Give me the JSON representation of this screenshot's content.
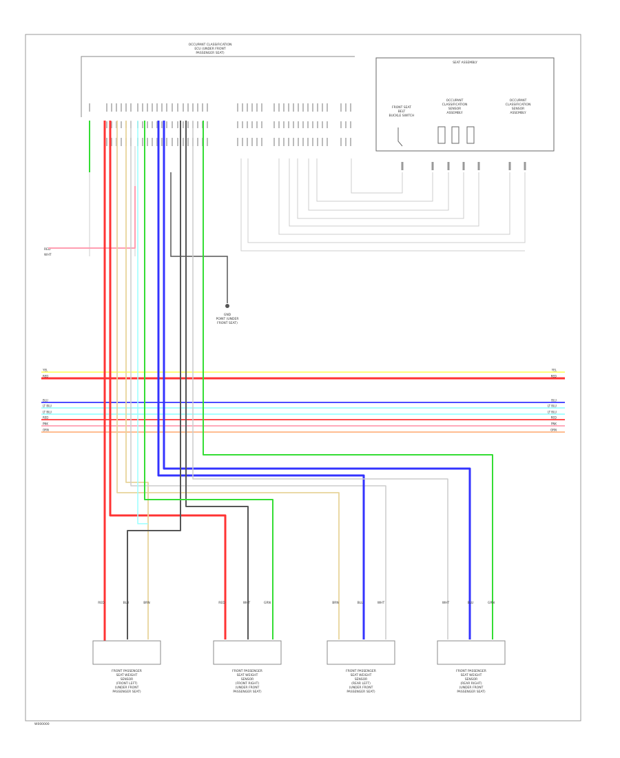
{
  "wire_colors": {
    "red": "#ff3333",
    "pink": "#ff9db0",
    "yellow": "#ffff66",
    "blue": "#3333ff",
    "lightblue": "#99ffff",
    "green": "#33dd33",
    "tan": "#e8d49a",
    "gray": "#555555",
    "lightgray": "#cccccc",
    "orange": "#ffb380"
  },
  "bus_lines": [
    {
      "id": "bus-1",
      "color": "yellow",
      "label": "YEL"
    },
    {
      "id": "bus-2",
      "color": "red",
      "label": "RED"
    },
    {
      "id": "bus-3",
      "color": "blue",
      "label": "BLU"
    },
    {
      "id": "bus-4",
      "color": "lightblue",
      "label": "LT BLU"
    },
    {
      "id": "bus-5",
      "color": "lightblue",
      "label": "LT BLU"
    },
    {
      "id": "bus-6",
      "color": "red",
      "label": "RED"
    },
    {
      "id": "bus-7",
      "color": "pink",
      "label": "PNK"
    },
    {
      "id": "bus-8",
      "color": "orange",
      "label": "ORN"
    }
  ],
  "sensors": [
    {
      "id": "sensor-1",
      "wire_labels": [
        "RED",
        "BLU",
        "BRN"
      ],
      "caption": [
        "FRONT PASSENGER",
        "SEAT WEIGHT",
        "SENSOR",
        "(FRONT LEFT)",
        "(UNDER FRONT",
        "PASSENGER SEAT)"
      ]
    },
    {
      "id": "sensor-2",
      "wire_labels": [
        "RED",
        "WHT",
        "GRN"
      ],
      "caption": [
        "FRONT PASSENGER",
        "SEAT WEIGHT",
        "SENSOR",
        "(FRONT RIGHT)",
        "(UNDER FRONT",
        "PASSENGER SEAT)"
      ]
    },
    {
      "id": "sensor-3",
      "wire_labels": [
        "BRN",
        "BLU",
        "WHT"
      ],
      "caption": [
        "FRONT PASSENGER",
        "SEAT WEIGHT",
        "SENSOR",
        "(REAR LEFT)",
        "(UNDER FRONT",
        "PASSENGER SEAT)"
      ]
    },
    {
      "id": "sensor-4",
      "wire_labels": [
        "WHT",
        "BLU",
        "GRN"
      ],
      "caption": [
        "FRONT PASSENGER",
        "SEAT WEIGHT",
        "SENSOR",
        "(REAR RIGHT)",
        "(UNDER FRONT",
        "PASSENGER SEAT)"
      ]
    }
  ],
  "module_title": [
    "OCCUPANT CLASSIFICATION",
    "ECU (UNDER FRONT",
    "PASSENGER SEAT)"
  ],
  "seat_assembly": {
    "title": "SEAT ASSEMBLY",
    "sub1": [
      "FRONT SEAT",
      "BELT",
      "BUCKLE SWITCH"
    ],
    "sub2": [
      "OCCUPANT",
      "CLASSIFICATION",
      "SENSOR",
      "ASSEMBLY"
    ],
    "sub3": [
      "OCCUPANT",
      "CLASSIFICATION",
      "SENSOR",
      "ASSEMBLY"
    ]
  },
  "ground_label": [
    "GND",
    "POINT (UNDER",
    "FRONT SEAT)"
  ],
  "left_labels": [
    "RED",
    "WHT"
  ],
  "footer_code": "W000000"
}
